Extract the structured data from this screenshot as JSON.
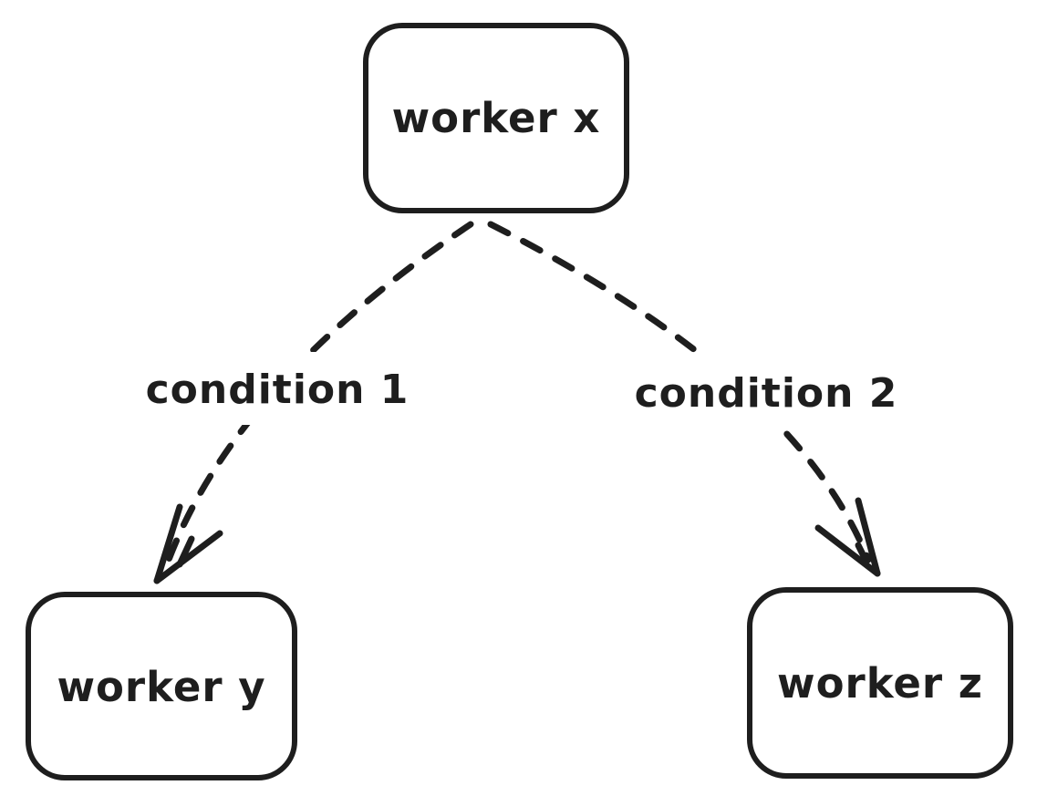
{
  "diagram": {
    "type": "flowchart",
    "background_color": "#ffffff",
    "stroke_color": "#1e1e1e",
    "nodes": [
      {
        "id": "worker-x",
        "label": "worker x",
        "shape": "rounded-rectangle"
      },
      {
        "id": "worker-y",
        "label": "worker y",
        "shape": "rounded-rectangle"
      },
      {
        "id": "worker-z",
        "label": "worker z",
        "shape": "rounded-rectangle"
      }
    ],
    "edges": [
      {
        "from": "worker-x",
        "to": "worker-y",
        "label": "condition 1",
        "style": "dashed",
        "arrowhead": "hand-drawn-v"
      },
      {
        "from": "worker-x",
        "to": "worker-z",
        "label": "condition 2",
        "style": "dashed",
        "arrowhead": "hand-drawn-v"
      }
    ]
  }
}
